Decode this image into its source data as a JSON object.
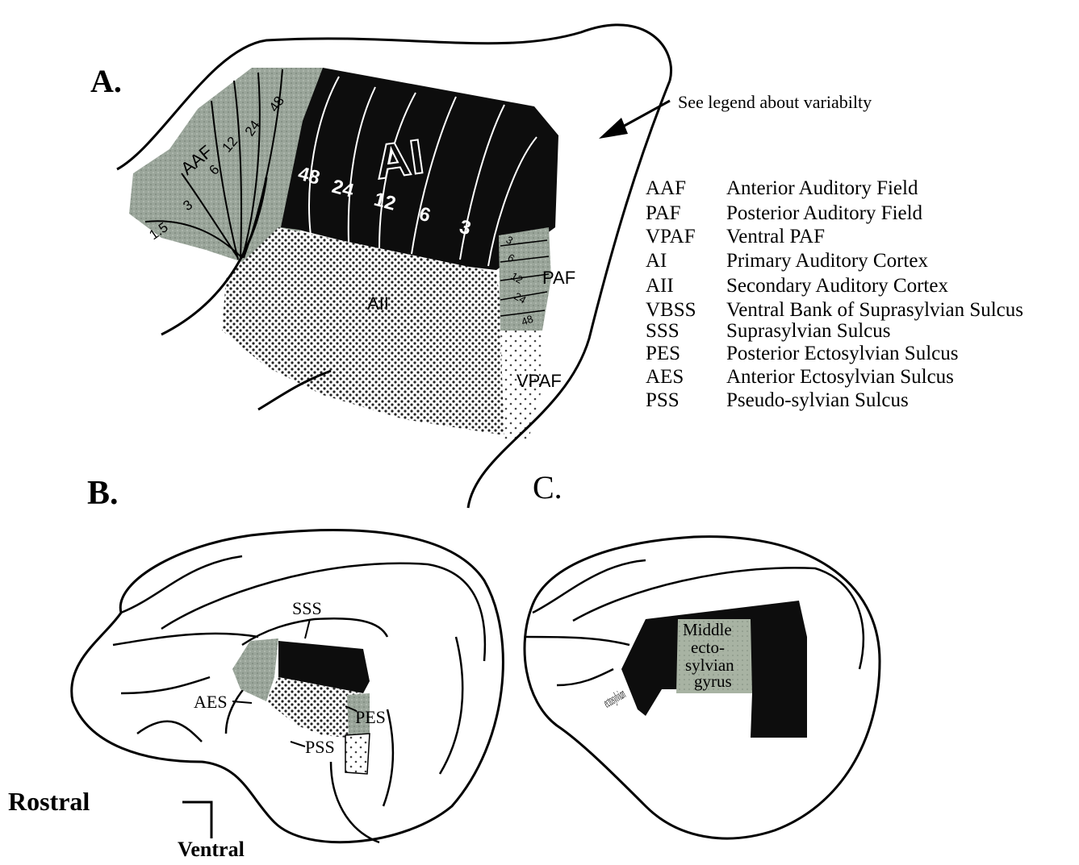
{
  "panels": {
    "a": "A.",
    "b": "B.",
    "c": "C."
  },
  "note": "See legend about variabilty",
  "legend": [
    {
      "abbr": "AAF",
      "full": "Anterior Auditory Field"
    },
    {
      "abbr": "PAF",
      "full": "Posterior Auditory Field"
    },
    {
      "abbr": "VPAF",
      "full": "Ventral PAF"
    },
    {
      "abbr": "AI",
      "full": "Primary Auditory Cortex"
    },
    {
      "abbr": "AII",
      "full": "Secondary Auditory Cortex"
    },
    {
      "abbr": "VBSS",
      "full": "Ventral Bank of Suprasylvian Sulcus"
    },
    {
      "abbr": "SSS",
      "full": "Suprasylvian Sulcus"
    },
    {
      "abbr": "PES",
      "full": "Posterior Ectosylvian Sulcus"
    },
    {
      "abbr": "AES",
      "full": "Anterior Ectosylvian Sulcus"
    },
    {
      "abbr": "PSS",
      "full": "Pseudo-sylvian Sulcus"
    }
  ],
  "panel_a": {
    "regions": {
      "aaf": "AAF",
      "ai": "AI",
      "aii": "AII",
      "paf": "PAF",
      "vpaf": "VPAF"
    },
    "aaf_freqs": [
      "1.5",
      "3",
      "6",
      "12",
      "24",
      "48"
    ],
    "ai_freqs": [
      "48",
      "24",
      "12",
      "6",
      "3"
    ],
    "paf_freqs": [
      "3",
      "6",
      "12",
      "24",
      "48"
    ]
  },
  "panel_b": {
    "sss": "SSS",
    "aes": "AES",
    "pes": "PES",
    "pss": "PSS"
  },
  "panel_c": {
    "ecto_label": "ectosylvian",
    "middle_label": [
      "Middle",
      "ecto-",
      "sylvian",
      "gyrus"
    ]
  },
  "orientation": {
    "rostral": "Rostral",
    "ventral": "Ventral"
  },
  "colors": {
    "ai_fill": "#0d0d0d",
    "aaf_fill": "#9aa59a",
    "aii_dots": "#222222",
    "vpaf_dots": "#444444",
    "middle_fill": "#a8b3a3"
  }
}
